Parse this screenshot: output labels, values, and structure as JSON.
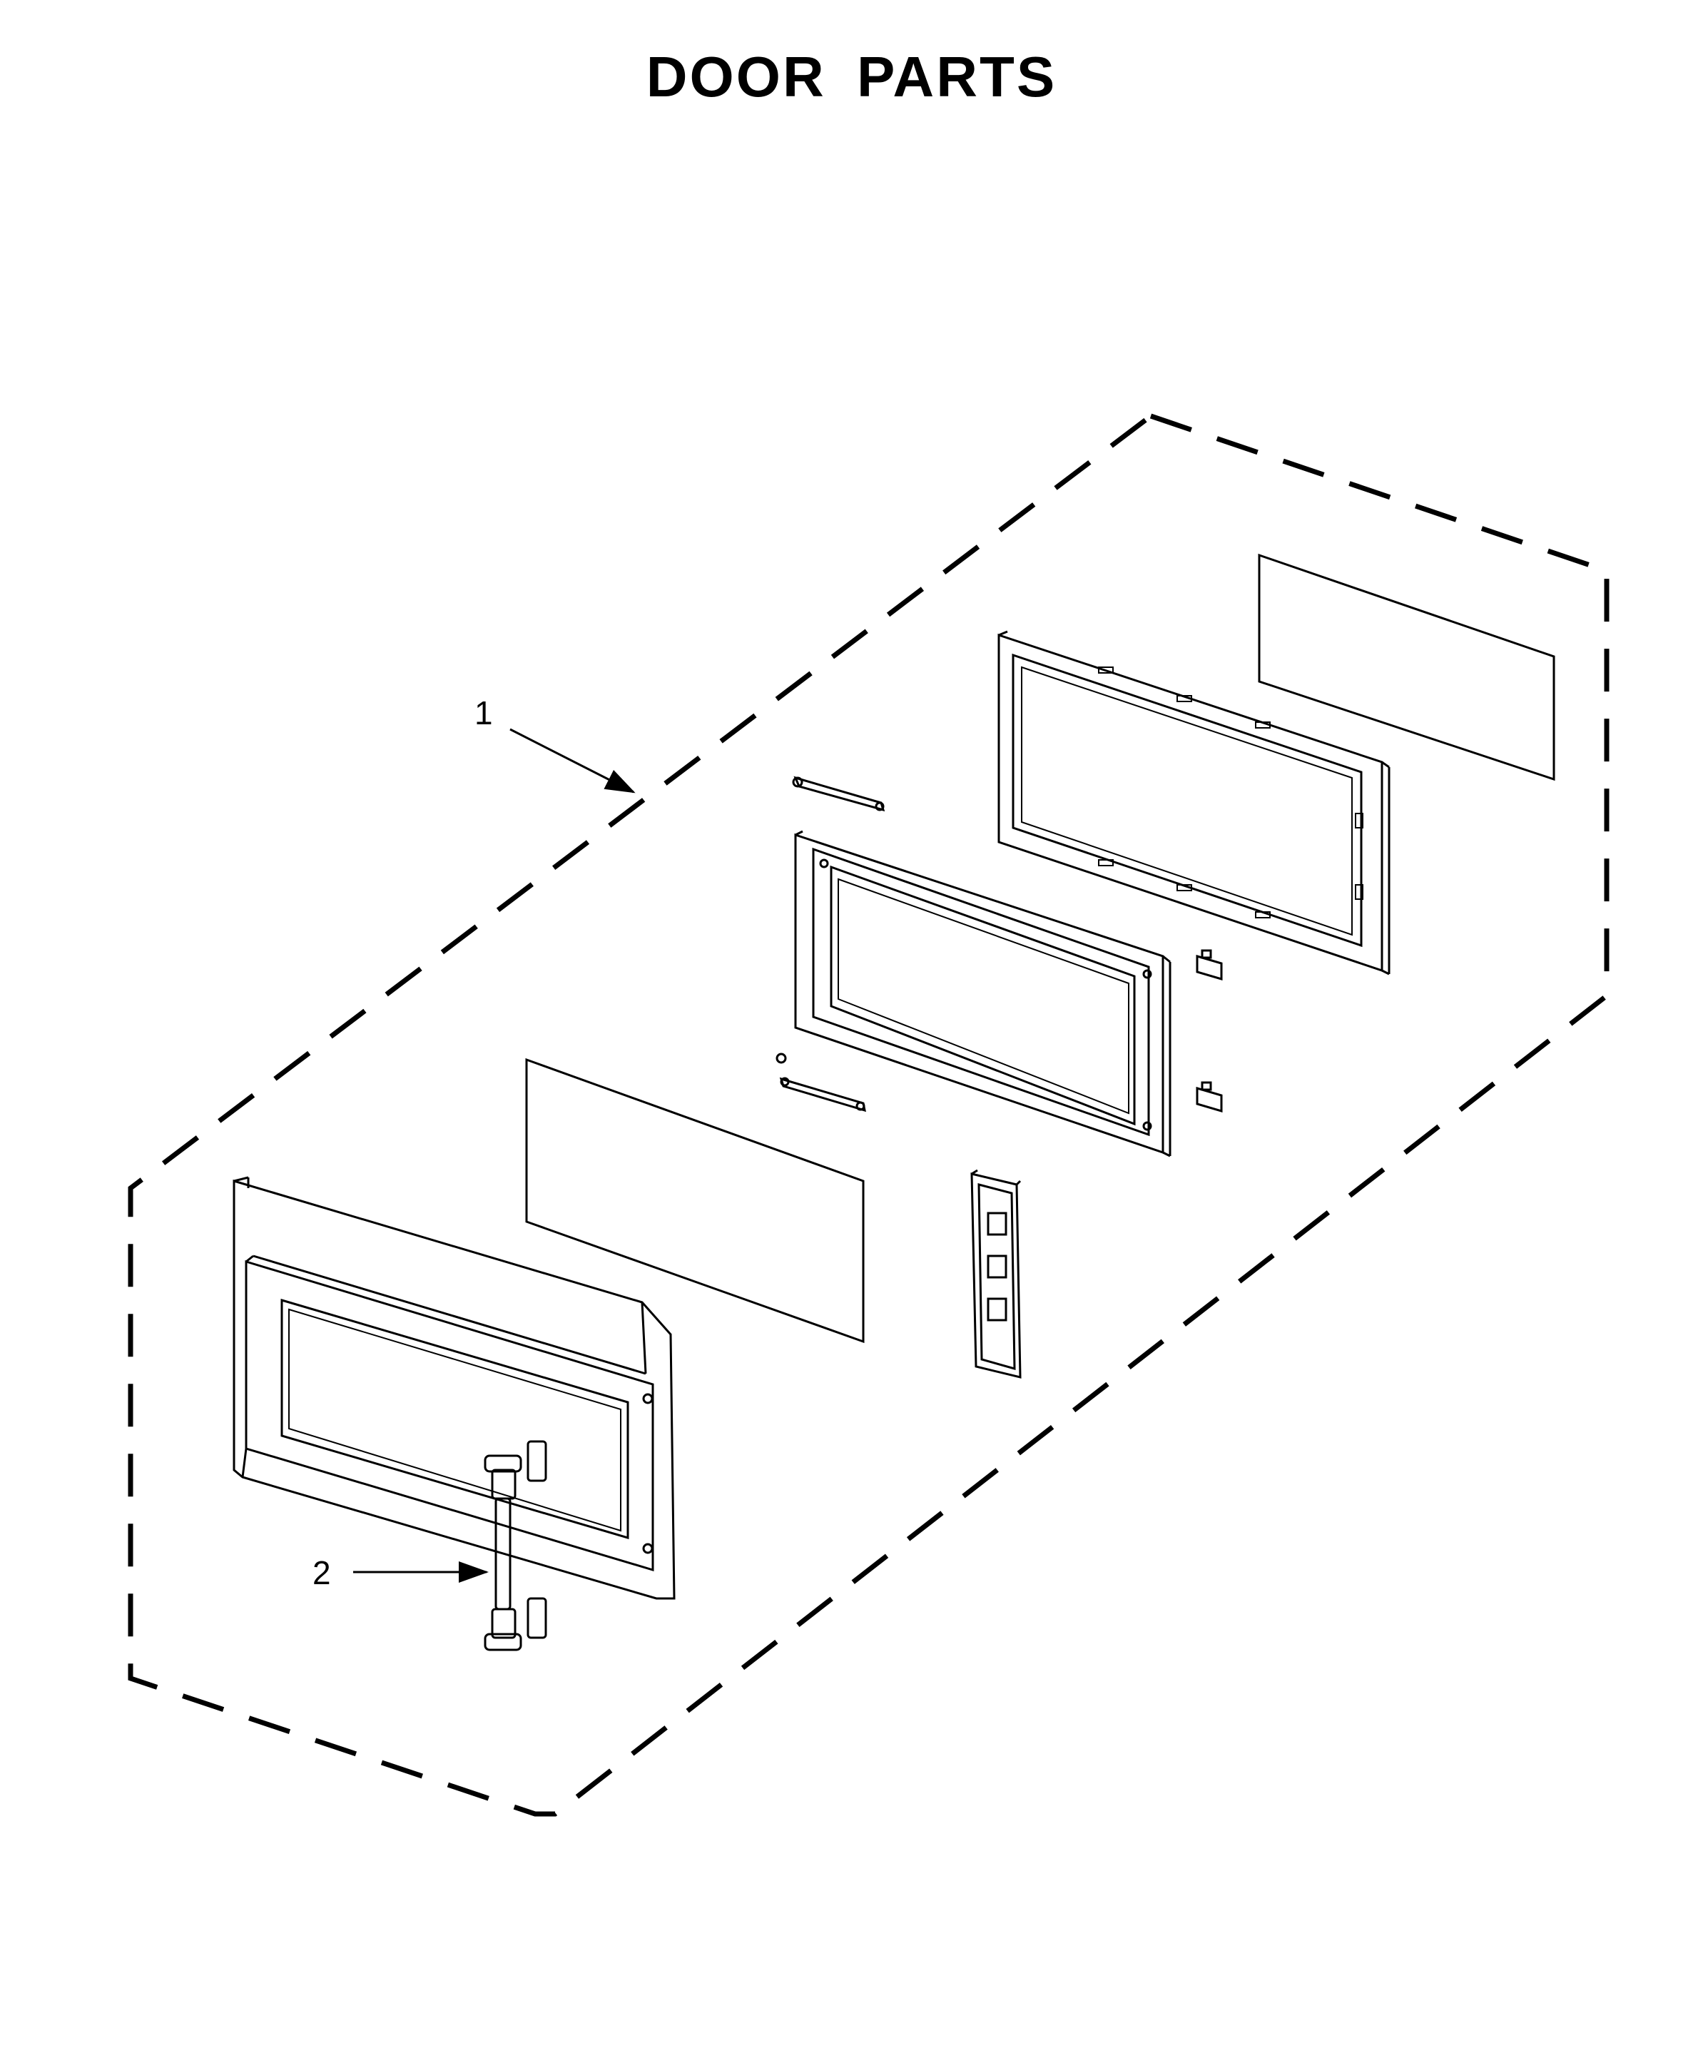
{
  "title": "DOOR PARTS",
  "callouts": [
    {
      "id": "1",
      "label": "1"
    },
    {
      "id": "2",
      "label": "2"
    }
  ],
  "colors": {
    "line": "#000000",
    "background": "#ffffff"
  }
}
